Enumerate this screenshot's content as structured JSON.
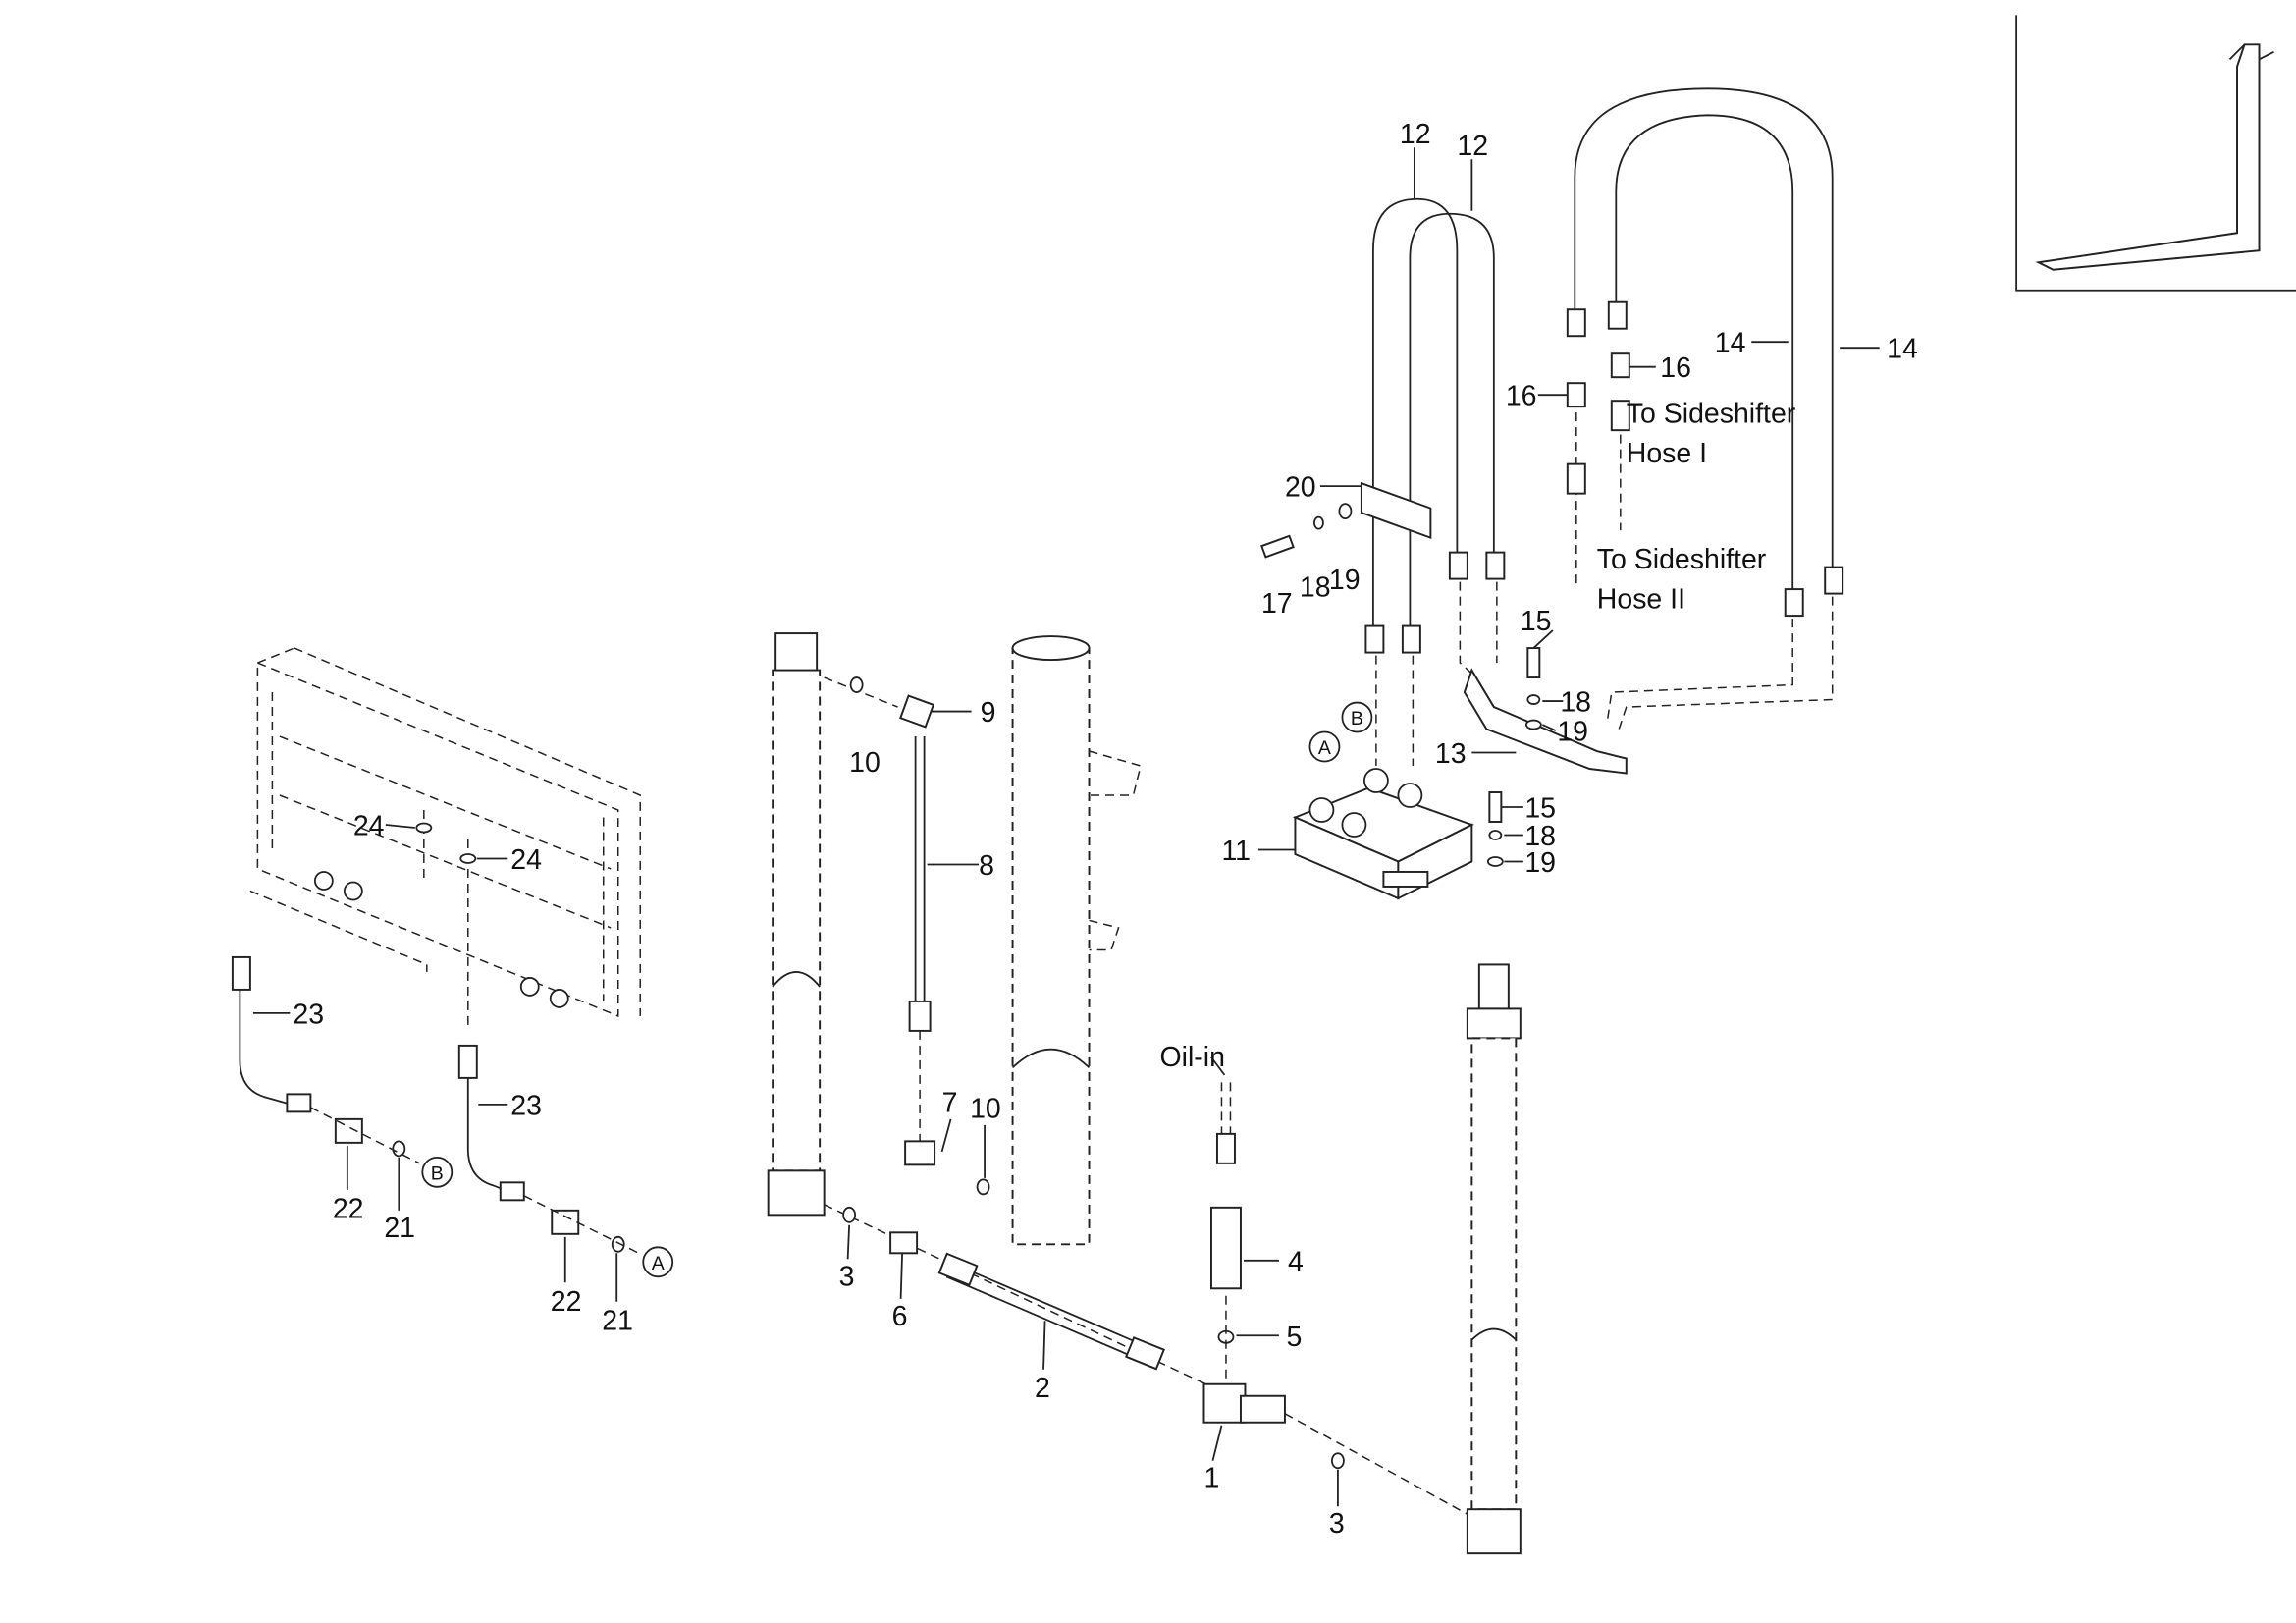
{
  "diagram": {
    "callouts": {
      "p12a": "12",
      "p12b": "12",
      "p14a": "14",
      "p14b": "14",
      "p16a": "16",
      "p16b": "16",
      "p20": "20",
      "p17": "17",
      "p18a": "18",
      "p19a": "19",
      "p15a": "15",
      "p18b": "18",
      "p19b": "19",
      "p13": "13",
      "p11": "11",
      "p15b": "15",
      "p18c": "18",
      "p19c": "19",
      "p9": "9",
      "p10a": "10",
      "p8": "8",
      "p7": "7",
      "p10b": "10",
      "p24a": "24",
      "p24b": "24",
      "p23a": "23",
      "p23b": "23",
      "p22a": "22",
      "p21a": "21",
      "p22b": "22",
      "p21b": "21",
      "p4": "4",
      "p5": "5",
      "p3a": "3",
      "p6": "6",
      "p2": "2",
      "p1": "1",
      "p3b": "3"
    },
    "markers": {
      "a1": "A",
      "b1": "B",
      "a2": "A",
      "b2": "B"
    },
    "notes": {
      "hose1_line1": "To Sideshifter",
      "hose1_line2": "Hose I",
      "hose2_line1": "To Sideshifter",
      "hose2_line2": "Hose II",
      "oil_in": "Oil-in"
    }
  }
}
